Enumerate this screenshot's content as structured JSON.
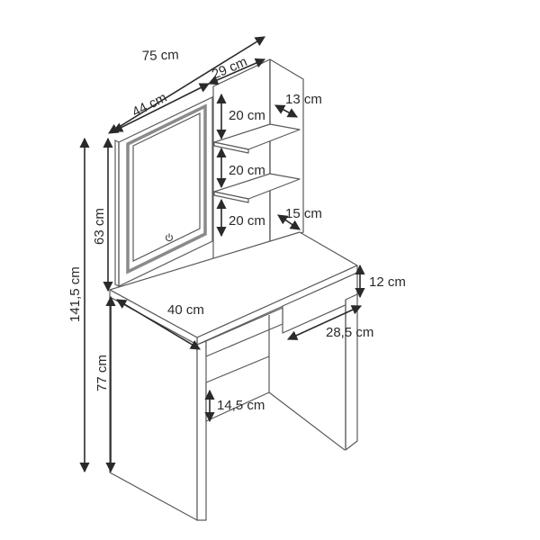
{
  "dimensions": {
    "total_width": "75 cm",
    "mirror_width": "44 cm",
    "shelf_unit_width": "29 cm",
    "shelf_depth": "13 cm",
    "shelf_gap_1": "20 cm",
    "shelf_gap_2": "20 cm",
    "shelf_gap_3": "20 cm",
    "shelf_offset": "15 cm",
    "mirror_height": "63 cm",
    "total_height": "141,5 cm",
    "table_height": "77 cm",
    "table_depth": "40 cm",
    "drawer_height": "12 cm",
    "drawer_width": "28,5 cm",
    "legroom_clearance": "14,5 cm"
  },
  "icons": {
    "mirror_touch": "power-icon"
  },
  "colors": {
    "line": "#5a5a5a",
    "dimension": "#2a2a2a",
    "background": "#ffffff"
  }
}
